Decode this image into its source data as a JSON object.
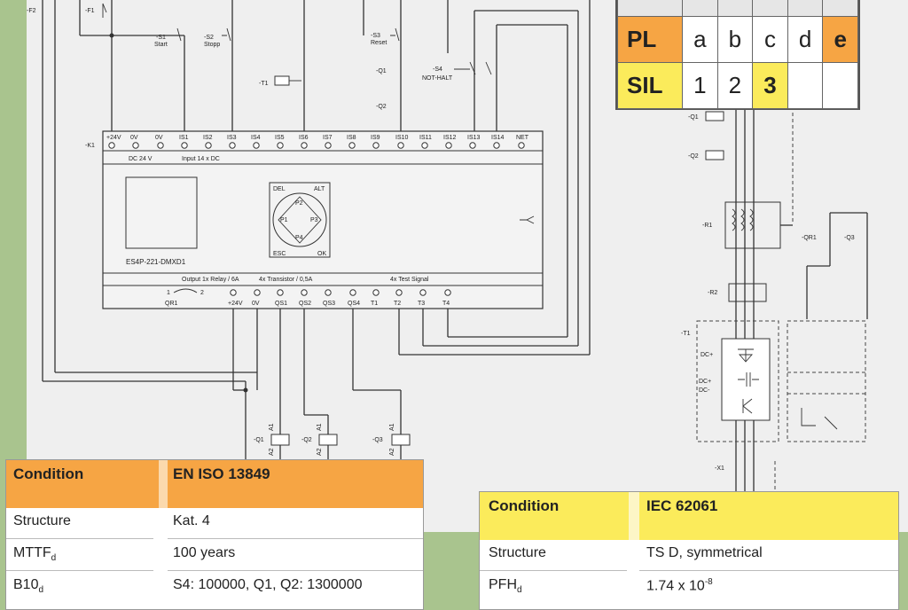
{
  "diagram": {
    "relay_labels": {
      "k1": "-K1",
      "f1": "-F1",
      "f2": "-F2",
      "s1": "-S1",
      "s1_sub": "Start",
      "s2": "-S2",
      "s2_sub": "Stopp",
      "s3": "-S3",
      "s3_sub": "Reset",
      "s4": "-S4",
      "s4_sub": "NOT-HALT",
      "t1": "-T1",
      "q1": "-Q1",
      "q2": "-Q2",
      "q3": "-Q3",
      "r1": "-R1",
      "r2": "-R2",
      "qr1": "-QR1",
      "x1": "-X1"
    },
    "terminal_labels": [
      "+24V",
      "0V",
      "0V",
      "IS1",
      "IS2",
      "IS3",
      "IS4",
      "IS5",
      "IS6",
      "IS7",
      "IS8",
      "IS9",
      "IS10",
      "IS11",
      "IS12",
      "IS13",
      "IS14",
      "NET"
    ],
    "module_text": {
      "dc": "DC 24 V",
      "input": "Input 14 x DC",
      "model": "ES4P-221-DMXD1",
      "output_relay": "Output 1x Relay / 6A",
      "transistor": "4x Transistor / 0,5A",
      "test_signal": "4x Test Signal",
      "del": "DEL",
      "alt": "ALT",
      "esc": "ESC",
      "ok": "OK",
      "p1": "P1",
      "p2": "P2",
      "p3": "P3",
      "p4": "P4"
    },
    "output_labels": [
      "QR1",
      "+24V",
      "0V",
      "QS1",
      "QS2",
      "QS3",
      "QS4",
      "T1",
      "T2",
      "T3",
      "T4"
    ],
    "converter_labels": {
      "dc_plus": "DC+",
      "dc_plus2": "DC+",
      "dc_minus": "DC-"
    }
  },
  "pl_table": {
    "pl_label": "PL",
    "pl_values": [
      "a",
      "b",
      "c",
      "d",
      "e"
    ],
    "sil_label": "SIL",
    "sil_values": [
      "1",
      "2",
      "3",
      "",
      ""
    ],
    "highlight_color": "#f6a544",
    "yellow": "#fbeb5b"
  },
  "iso_table": {
    "header_left": "Condition",
    "header_right": "EN ISO 13849",
    "rows": [
      {
        "label": "Structure",
        "label_sub": "",
        "value": "Kat. 4"
      },
      {
        "label": "MTTF",
        "label_sub": "d",
        "value": "100 years"
      },
      {
        "label": "B10",
        "label_sub": "d",
        "value": "S4: 100000, Q1, Q2: 1300000"
      }
    ],
    "header_color": "#f6a544"
  },
  "iec_table": {
    "header_left": "Condition",
    "header_right": "IEC 62061",
    "rows": [
      {
        "label": "Structure",
        "label_sub": "",
        "value": "TS D, symmetrical"
      },
      {
        "label": "PFH",
        "label_sub": "d",
        "value": "1.74 x 10",
        "value_sup": "-8"
      }
    ],
    "header_color": "#fbeb5b"
  }
}
